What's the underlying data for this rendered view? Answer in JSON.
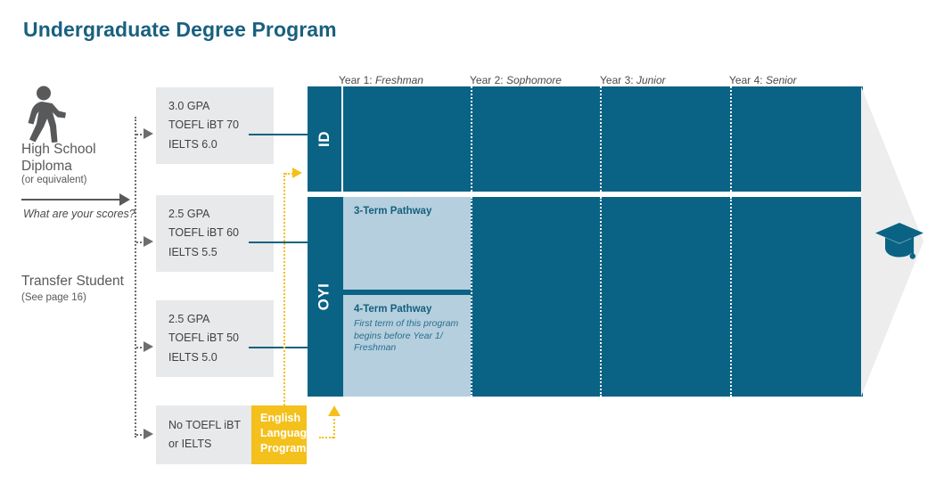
{
  "page": {
    "title": "Undergraduate Degree Program"
  },
  "entry": {
    "walker_icon": "walking-person-icon",
    "high_school_label": "High School Diploma",
    "high_school_sub": "(or equivalent)",
    "scores_question": "What are your scores?",
    "transfer_label": "Transfer Student",
    "transfer_sub": "(See page 16)"
  },
  "requirements": [
    {
      "id": "req-1",
      "lines": [
        "3.0 GPA",
        "TOEFL iBT 70",
        "IELTS 6.0"
      ]
    },
    {
      "id": "req-2",
      "lines": [
        "2.5 GPA",
        "TOEFL iBT 60",
        "IELTS 5.5"
      ]
    },
    {
      "id": "req-3",
      "lines": [
        "2.5 GPA",
        "TOEFL iBT 50",
        "IELTS 5.0"
      ]
    },
    {
      "id": "req-4",
      "lines": [
        "No TOEFL iBT",
        "or IELTS"
      ]
    }
  ],
  "english_language_program": {
    "label": "English Language Program"
  },
  "years": [
    {
      "prefix": "Year 1:",
      "name": "Freshman"
    },
    {
      "prefix": "Year 2:",
      "name": "Sophomore"
    },
    {
      "prefix": "Year 3:",
      "name": "Junior"
    },
    {
      "prefix": "Year 4:",
      "name": "Senior"
    }
  ],
  "tracks": [
    {
      "id": "track-id",
      "label": "ID"
    },
    {
      "id": "track-oyi",
      "label": "OYI"
    }
  ],
  "pathways": [
    {
      "id": "pathway-3-term",
      "title": "3-Term Pathway",
      "note": ""
    },
    {
      "id": "pathway-4-term",
      "title": "4-Term Pathway",
      "note": "First term of this program begins before Year 1/ Freshman"
    }
  ],
  "outcome": {
    "icon": "graduation-cap-icon"
  },
  "colors": {
    "title_teal": "#19607f",
    "teal": "#0a6384",
    "light_blue": "#b5cfdf",
    "gray_box": "#e8e9ea",
    "yellow": "#f4c01c",
    "gray_arrow": "#ededee",
    "text_gray": "#58595b"
  }
}
